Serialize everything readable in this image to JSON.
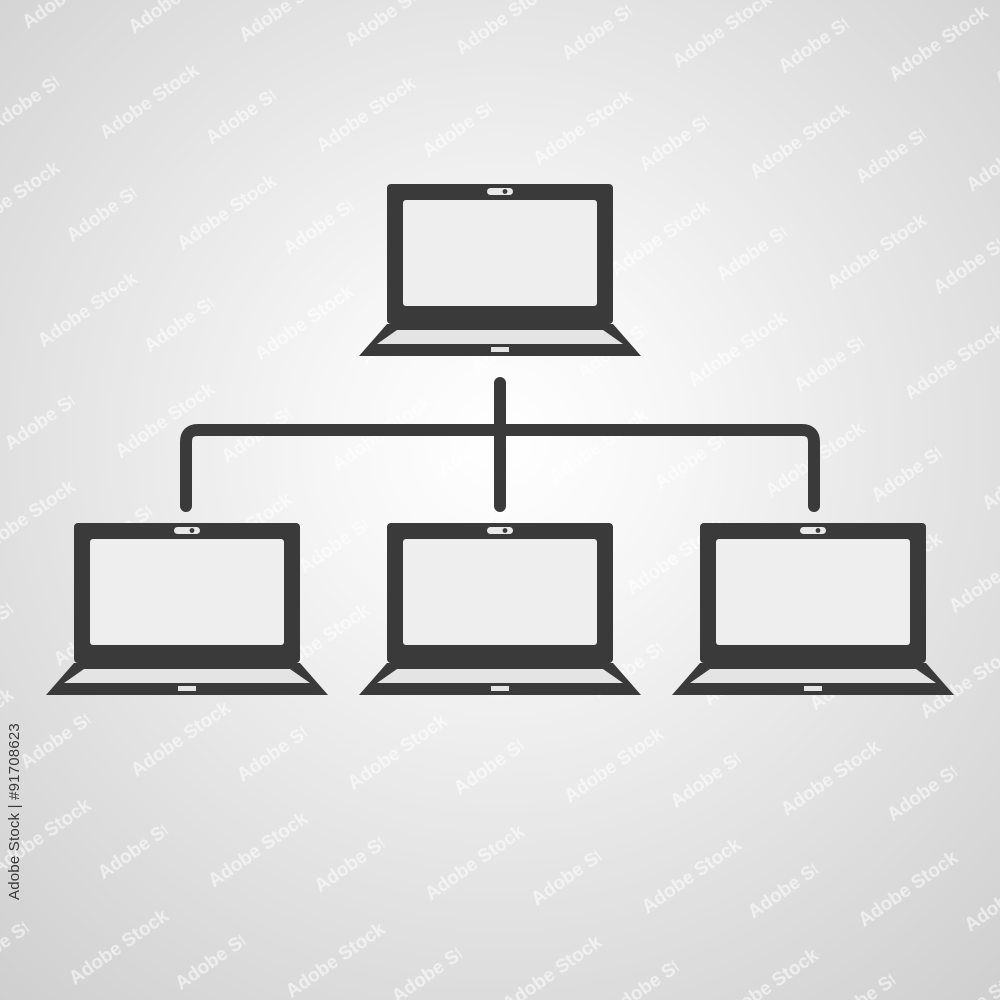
{
  "diagram": {
    "type": "network-hierarchy",
    "icon_color": "#3a3a3a",
    "screen_color": "#eeeeee",
    "nodes": [
      {
        "id": "server",
        "role": "parent",
        "icon": "laptop-icon"
      },
      {
        "id": "client-left",
        "role": "child",
        "icon": "laptop-icon"
      },
      {
        "id": "client-center",
        "role": "child",
        "icon": "laptop-icon"
      },
      {
        "id": "client-right",
        "role": "child",
        "icon": "laptop-icon"
      }
    ],
    "edges": [
      {
        "from": "server",
        "to": "client-left"
      },
      {
        "from": "server",
        "to": "client-center"
      },
      {
        "from": "server",
        "to": "client-right"
      }
    ]
  },
  "watermark": {
    "text": "Adobe Stock",
    "color": "#ffffff"
  },
  "stock_id": "Adobe Stock | #91708623"
}
